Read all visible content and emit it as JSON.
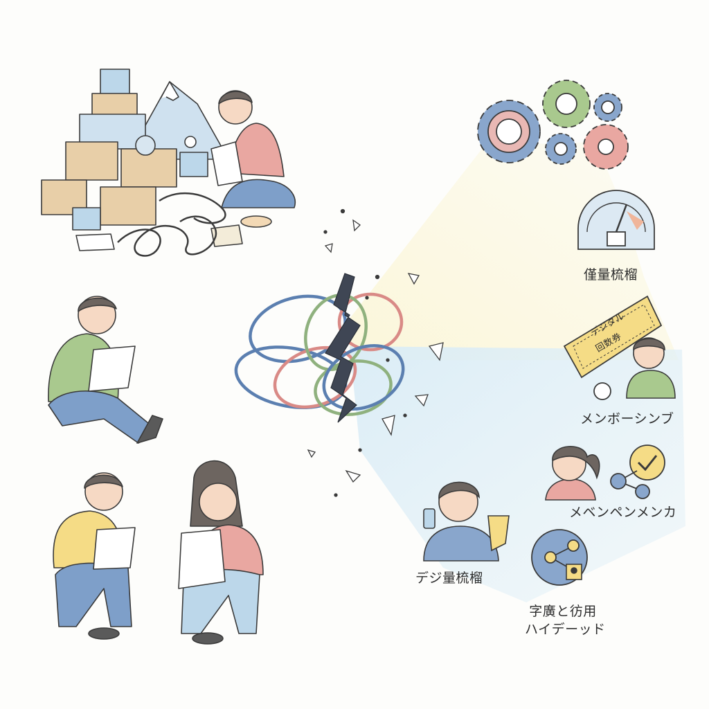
{
  "labels": {
    "gauge": "僅量梳榴",
    "ticket_text_1": "デジタル",
    "ticket_text_2": "回数券",
    "membership": "メンボーシンブ",
    "network": "メベンペンメンカ",
    "digital": "デジ量梳榴",
    "share_line_1": "字廣と彷用",
    "share_line_2": "ハイデーッド"
  },
  "colors": {
    "ink": "#3a3a3a",
    "blue": "#5b7fb0",
    "green": "#8fb17e",
    "red": "#d98a86",
    "yellow_glow": "#f7f0c8",
    "blue_glow": "#d7eaf5",
    "box": "#e8cfa8",
    "mountain": "#cfe1ef"
  },
  "icons": [
    "gear-icon",
    "gauge-icon",
    "ticket-icon",
    "person-icon",
    "checkmark-icon",
    "share-icon",
    "key-icon",
    "lightning-crack-icon"
  ]
}
